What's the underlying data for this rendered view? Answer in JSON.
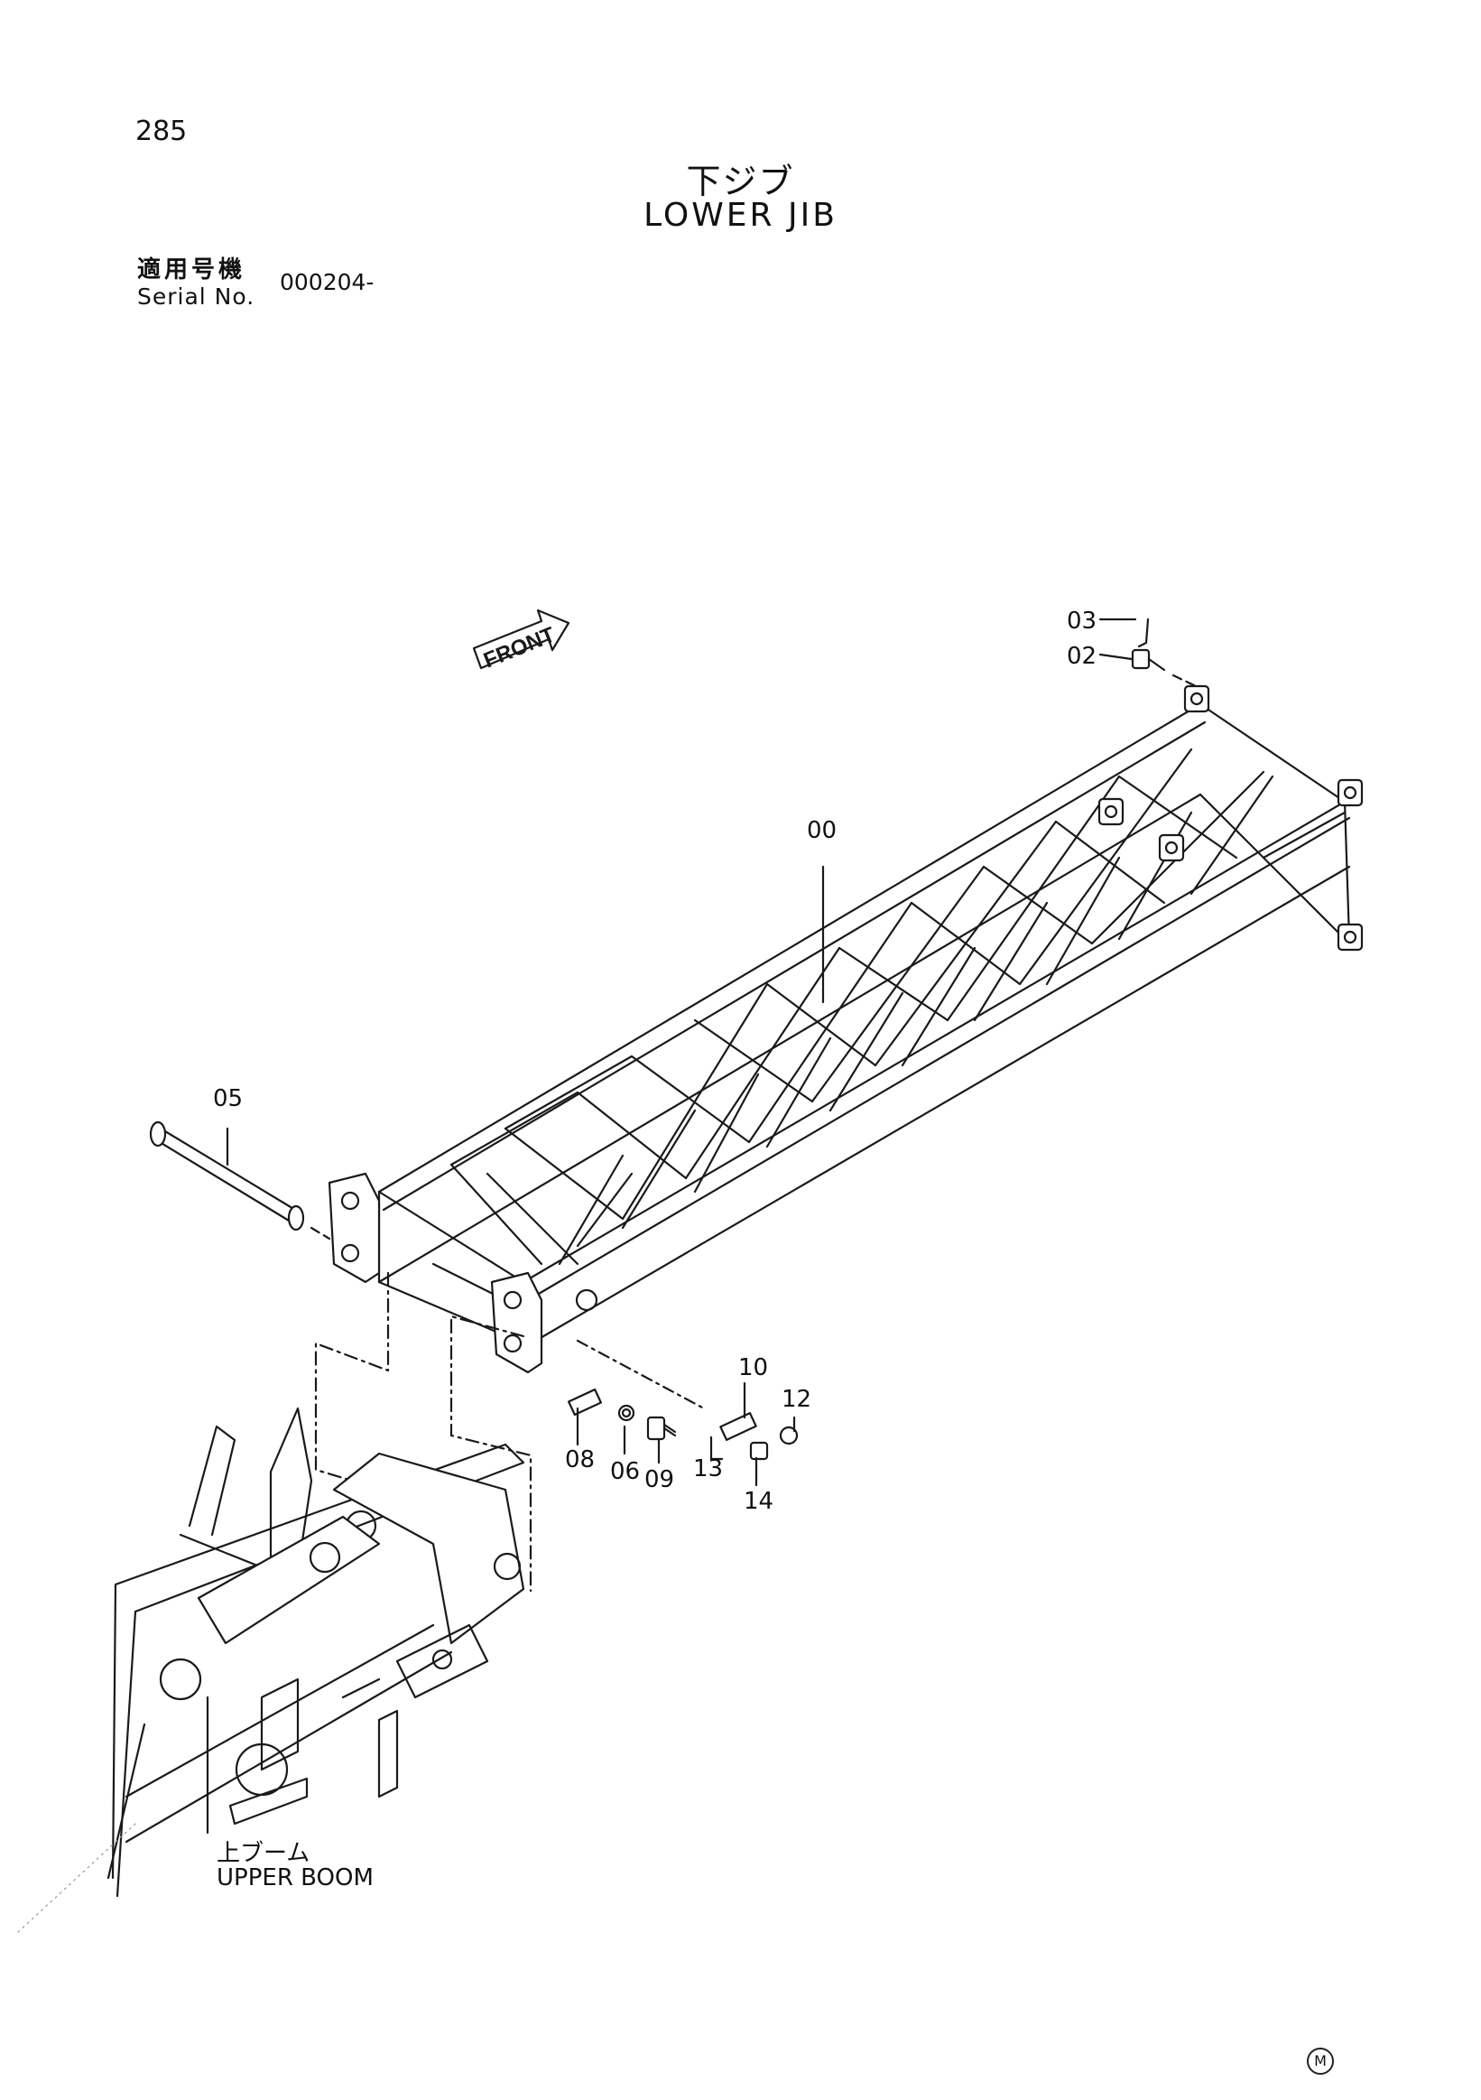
{
  "page_number": "285",
  "title": {
    "jp": "下ジブ",
    "en": "LOWER JIB"
  },
  "serial": {
    "label_jp": "適用号機",
    "label_en": "Serial No.",
    "value": "000204-"
  },
  "front_arrow": "FRONT",
  "callouts": [
    {
      "id": "00"
    },
    {
      "id": "02"
    },
    {
      "id": "03"
    },
    {
      "id": "05"
    },
    {
      "id": "06"
    },
    {
      "id": "08"
    },
    {
      "id": "09"
    },
    {
      "id": "10"
    },
    {
      "id": "12"
    },
    {
      "id": "13"
    },
    {
      "id": "14"
    }
  ],
  "upper_boom": {
    "jp": "上ブーム",
    "en": "UPPER BOOM"
  },
  "corner_mark": "M"
}
